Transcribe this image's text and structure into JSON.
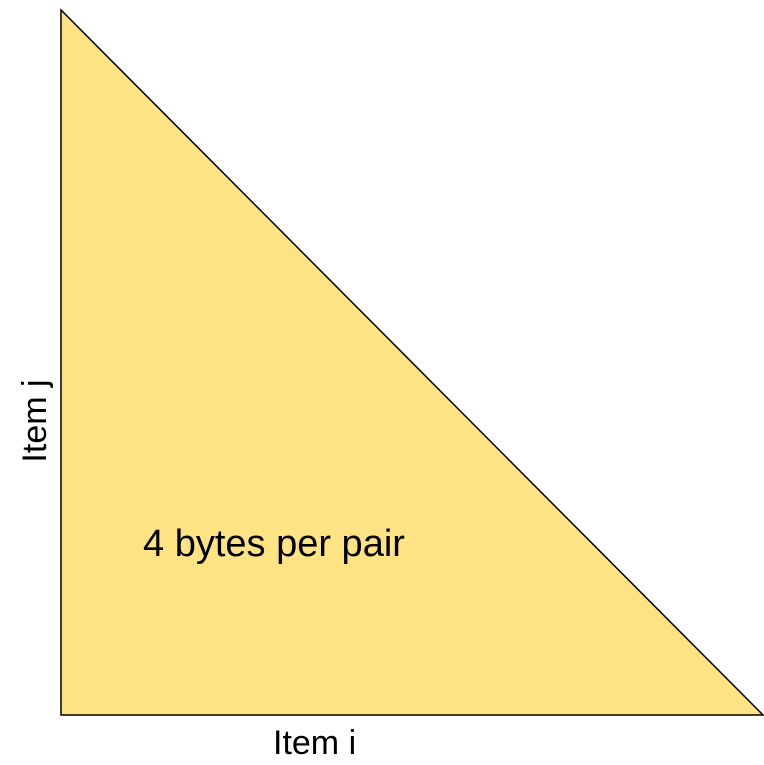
{
  "diagram": {
    "fill_color": "#FDE383",
    "stroke_color": "#000000",
    "region_label": "4 bytes per pair",
    "x_axis_label": "Item i",
    "y_axis_label": "Item j"
  }
}
